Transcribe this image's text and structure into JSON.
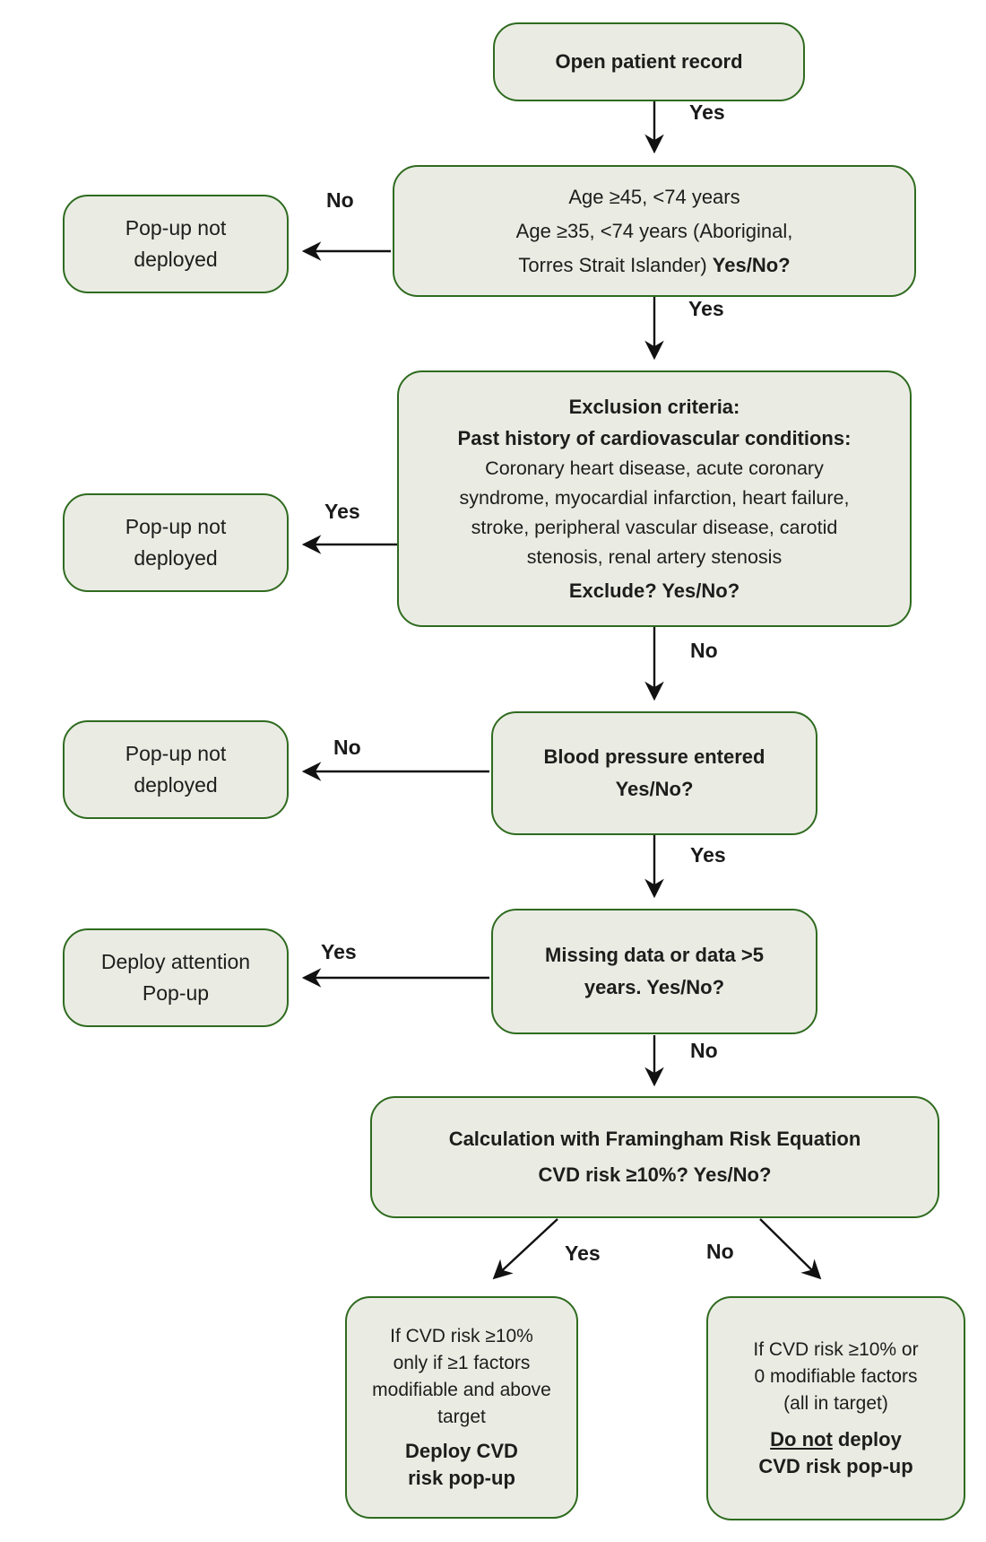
{
  "colors": {
    "box_fill": "#eaece4",
    "box_border": "#2f6b1f",
    "arrow": "#111111",
    "text": "#1d1d1b",
    "background": "#ffffff"
  },
  "labels": {
    "yes": "Yes",
    "no": "No"
  },
  "nodes": {
    "open_record": {
      "text": "Open patient record"
    },
    "age_question": {
      "line1": "Age ≥45, <74 years",
      "line2": "Age ≥35, <74 years (Aboriginal,",
      "line3_regular": "Torres Strait Islander) ",
      "line3_bold": "Yes/No?"
    },
    "popup_not_deployed": {
      "line1": "Pop-up not",
      "line2": "deployed"
    },
    "exclusion": {
      "title1": "Exclusion criteria:",
      "title2": "Past history of cardiovascular conditions:",
      "body": [
        "Coronary heart disease, acute coronary",
        "syndrome, myocardial infarction, heart failure,",
        "stroke, peripheral vascular disease, carotid",
        "stenosis, renal artery stenosis"
      ],
      "question": "Exclude? Yes/No?"
    },
    "blood_pressure": {
      "line1": "Blood pressure entered",
      "line2": "Yes/No?"
    },
    "missing_data": {
      "line1": "Missing data or data >5",
      "line2": "years. Yes/No?"
    },
    "deploy_attention": {
      "line1": "Deploy attention",
      "line2": "Pop-up"
    },
    "framingham": {
      "line1": "Calculation with Framingham Risk Equation",
      "line2": "CVD risk ≥10%? Yes/No?"
    },
    "yes_branch": {
      "body": [
        "If CVD risk ≥10%",
        "only if ≥1 factors",
        "modifiable and above",
        "target"
      ],
      "action1": "Deploy CVD",
      "action2": "risk pop-up"
    },
    "no_branch": {
      "body": [
        "If CVD risk ≥10% or",
        "0 modifiable factors",
        "(all in target)"
      ],
      "action1_underlined": "Do not",
      "action1_rest": " deploy",
      "action2": "CVD risk pop-up"
    }
  }
}
